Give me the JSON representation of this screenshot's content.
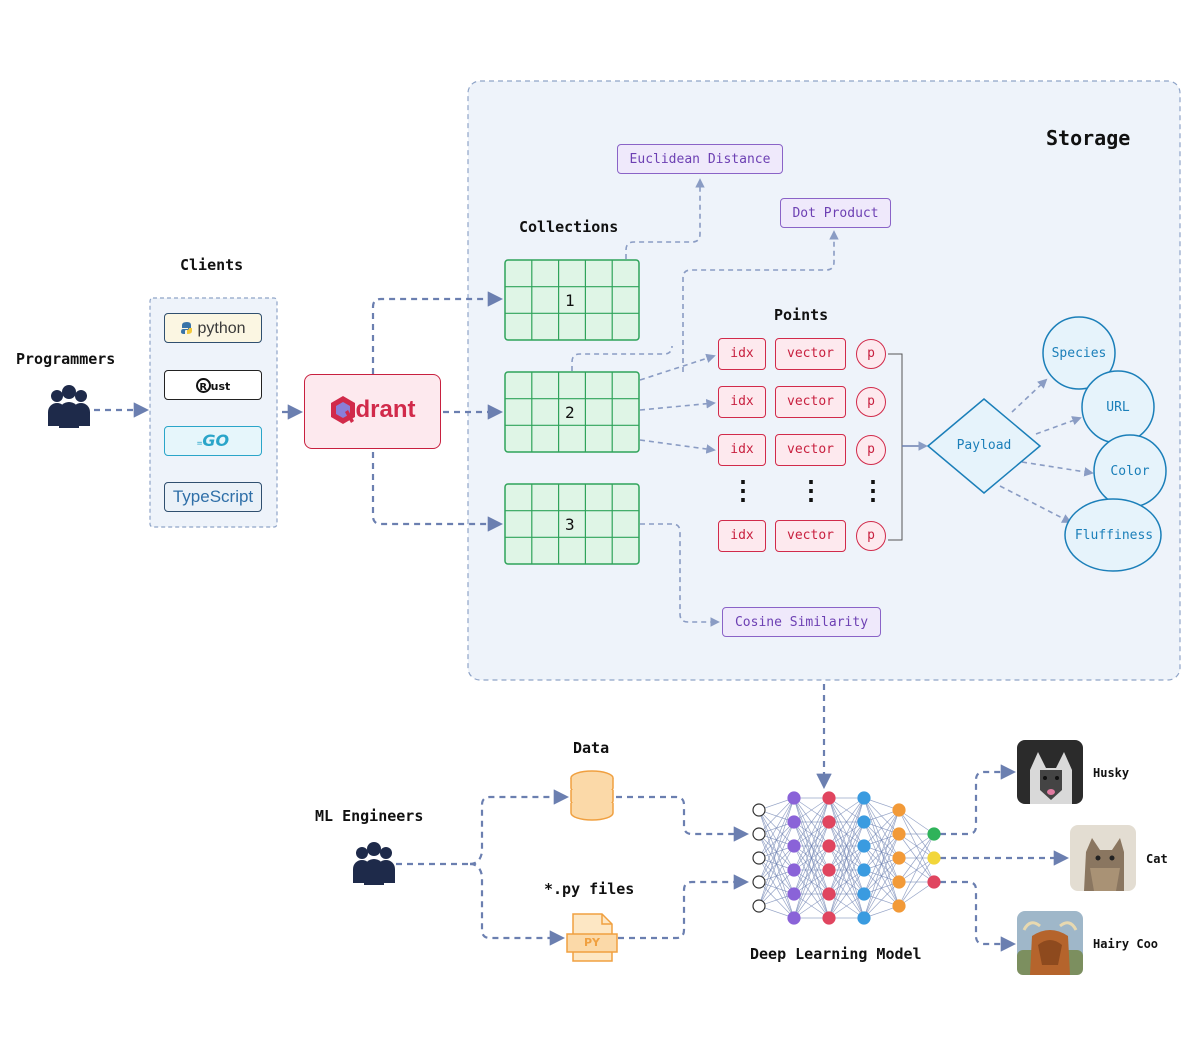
{
  "storage": {
    "title": "Storage"
  },
  "actors": {
    "programmers": "Programmers",
    "ml_engineers": "ML Engineers"
  },
  "clients": {
    "title": "Clients",
    "items": [
      {
        "name": "python",
        "label": "python"
      },
      {
        "name": "rust",
        "label": "ust"
      },
      {
        "name": "go",
        "label": "GO"
      },
      {
        "name": "typescript",
        "label": "TypeScript"
      }
    ]
  },
  "qdrant": {
    "label": "drant"
  },
  "collections": {
    "title": "Collections",
    "items": [
      {
        "id": "1"
      },
      {
        "id": "2"
      },
      {
        "id": "3"
      }
    ]
  },
  "distances": {
    "euclidean": "Euclidean Distance",
    "dot": "Dot Product",
    "cosine": "Cosine Similarity"
  },
  "points": {
    "title": "Points",
    "idx": "idx",
    "vector": "vector",
    "p": "p",
    "ellipsis": "⋮"
  },
  "payload": {
    "label": "Payload",
    "fields": [
      "Species",
      "URL",
      "Color",
      "Fluffiness"
    ]
  },
  "pipeline": {
    "data_label": "Data",
    "py_label": "*.py files",
    "py_icon_text": "PY",
    "model_label": "Deep Learning Model"
  },
  "outputs": [
    {
      "label": "Husky"
    },
    {
      "label": "Cat"
    },
    {
      "label": "Hairy Coo"
    }
  ],
  "colors": {
    "arrow": "#6b7fb0",
    "storage_bg": "#eef3fa",
    "collection": "#2fa35a",
    "point": "#d12a4a",
    "payload": "#1b7fb9",
    "metric": "#8a63c7",
    "data_icon": "#f0a040"
  }
}
